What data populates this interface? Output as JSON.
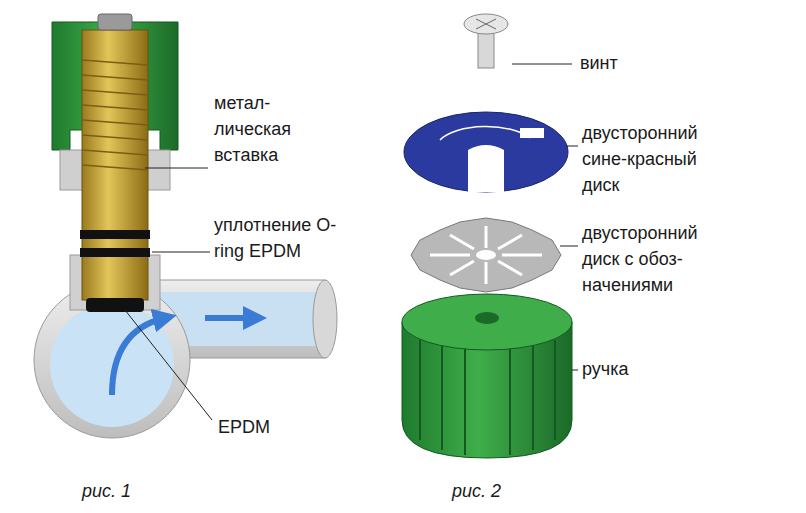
{
  "diagram": {
    "labels": [
      "метал- лическая вставка",
      "уплотнение O-ring EPDM",
      "EPDM",
      "рис. 1",
      "винт",
      "двусторонний сине-красный диск",
      "двусторонний диск с обоз- начениями",
      "ручка",
      "рис. 2"
    ]
  }
}
